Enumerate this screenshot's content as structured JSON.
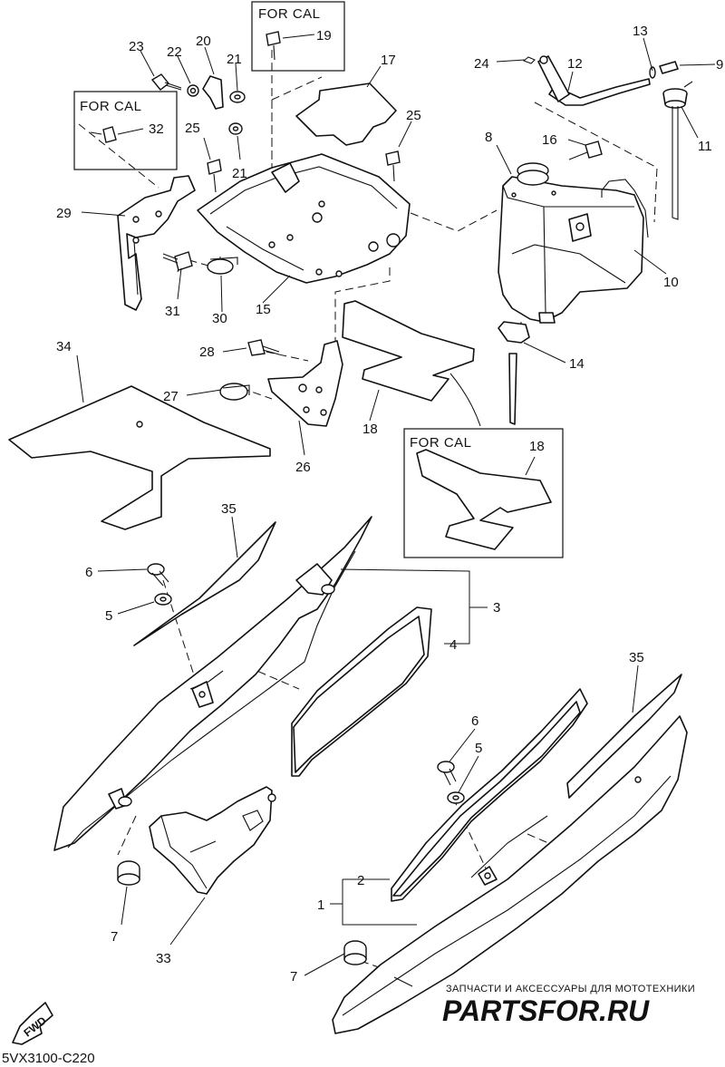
{
  "diagram": {
    "code": "5VX3100-C220",
    "fwd_label": "FWD",
    "for_cal_label": "FOR CAL",
    "part_numbers": [
      "1",
      "2",
      "3",
      "4",
      "5",
      "6",
      "7",
      "8",
      "9",
      "10",
      "11",
      "12",
      "13",
      "14",
      "15",
      "16",
      "17",
      "18",
      "19",
      "20",
      "21",
      "22",
      "23",
      "24",
      "25",
      "26",
      "27",
      "28",
      "29",
      "30",
      "31",
      "32",
      "33",
      "34",
      "35"
    ]
  },
  "watermark": {
    "tagline": "ЗАПЧАСТИ И АКСЕССУАРЫ ДЛЯ МОТОТЕХНИКИ",
    "logo": "PARTSFOR.RU"
  }
}
